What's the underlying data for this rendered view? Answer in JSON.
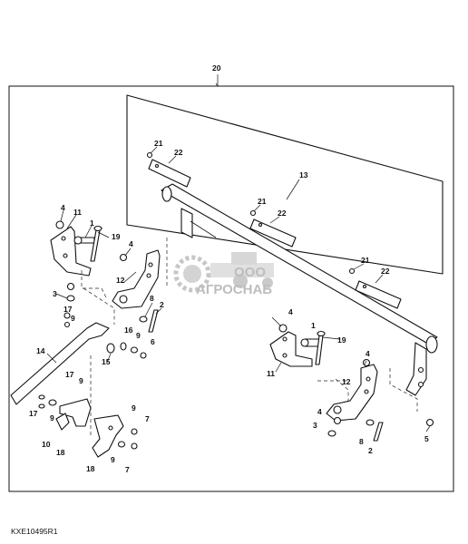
{
  "diagram": {
    "figure_code": "KXE10495R1",
    "watermark": {
      "brand": "АГРОСНАБ",
      "prefix": "ООО",
      "brand_color": "#8a8a8a"
    },
    "callouts": [
      {
        "n": "20"
      },
      {
        "n": "13"
      },
      {
        "n": "21"
      },
      {
        "n": "22"
      },
      {
        "n": "21"
      },
      {
        "n": "22"
      },
      {
        "n": "21"
      },
      {
        "n": "22"
      },
      {
        "n": "4"
      },
      {
        "n": "11"
      },
      {
        "n": "1"
      },
      {
        "n": "19"
      },
      {
        "n": "4"
      },
      {
        "n": "3"
      },
      {
        "n": "12"
      },
      {
        "n": "8"
      },
      {
        "n": "2"
      },
      {
        "n": "17"
      },
      {
        "n": "9"
      },
      {
        "n": "14"
      },
      {
        "n": "16"
      },
      {
        "n": "9"
      },
      {
        "n": "6"
      },
      {
        "n": "15"
      },
      {
        "n": "17"
      },
      {
        "n": "9"
      },
      {
        "n": "17"
      },
      {
        "n": "9"
      },
      {
        "n": "10"
      },
      {
        "n": "18"
      },
      {
        "n": "18"
      },
      {
        "n": "9"
      },
      {
        "n": "7"
      },
      {
        "n": "9"
      },
      {
        "n": "7"
      },
      {
        "n": "4"
      },
      {
        "n": "1"
      },
      {
        "n": "19"
      },
      {
        "n": "11"
      },
      {
        "n": "4"
      },
      {
        "n": "12"
      },
      {
        "n": "4"
      },
      {
        "n": "3"
      },
      {
        "n": "8"
      },
      {
        "n": "2"
      },
      {
        "n": "5"
      }
    ]
  }
}
